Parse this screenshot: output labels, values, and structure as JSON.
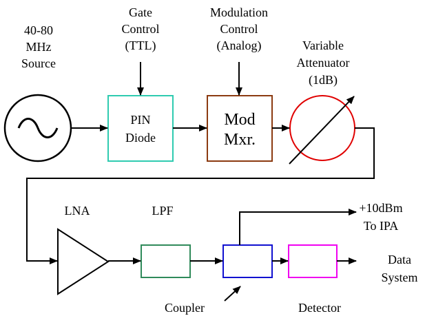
{
  "diagram": {
    "source": {
      "line1": "40-80",
      "line2": "MHz",
      "line3": "Source"
    },
    "gate_control": {
      "line1": "Gate",
      "line2": "Control",
      "line3": "(TTL)"
    },
    "modulation_control": {
      "line1": "Modulation",
      "line2": "Control",
      "line3": "(Analog)"
    },
    "attenuator": {
      "line1": "Variable",
      "line2": "Attenuator",
      "line3": "(1dB)"
    },
    "pin_diode": {
      "line1": "PIN",
      "line2": "Diode"
    },
    "mod_mixer": {
      "line1": "Mod",
      "line2": "Mxr."
    },
    "lna": {
      "label": "LNA"
    },
    "lpf": {
      "label": "LPF"
    },
    "output_ipa": {
      "line1": "+10dBm",
      "line2": "To IPA"
    },
    "data_system": {
      "line1": "Data",
      "line2": "System"
    },
    "coupler": {
      "label": "Coupler"
    },
    "detector": {
      "label": "Detector"
    }
  },
  "colors": {
    "line": "#000000",
    "pin_diode_box": "#2ecbb0",
    "mod_mixer_box": "#8b3a10",
    "attenuator_circle": "#e00000",
    "lpf_box": "#2f8a5a",
    "coupler_box": "#1010d0",
    "detector_box": "#f000f0"
  }
}
